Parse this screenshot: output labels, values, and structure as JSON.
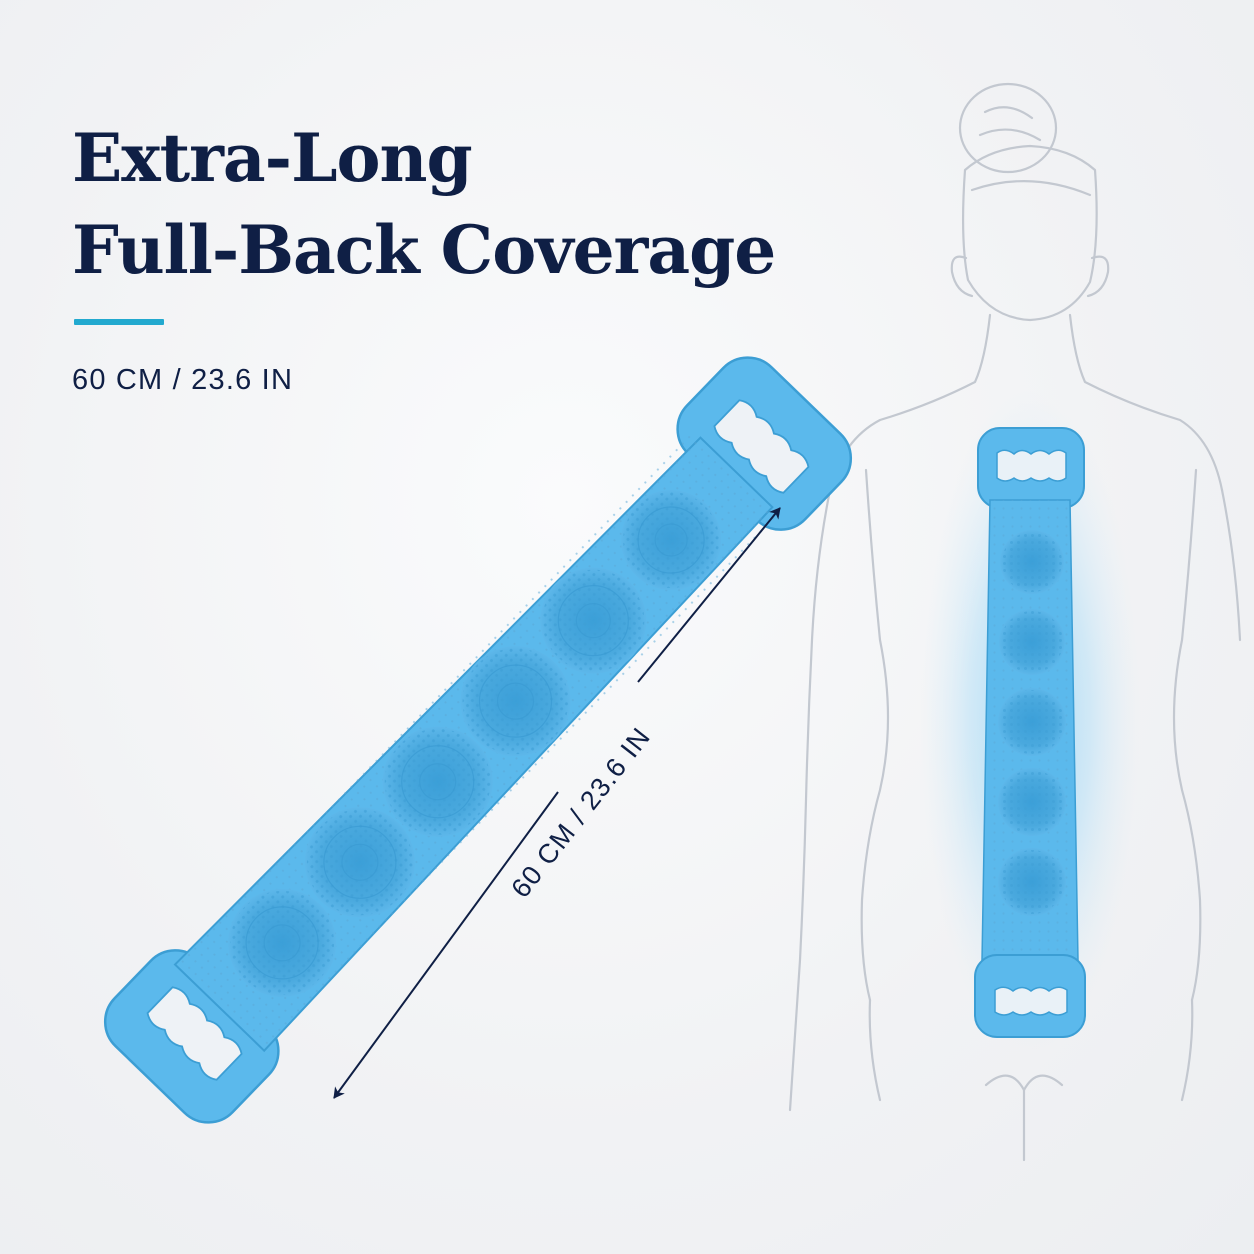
{
  "headline": {
    "line1": "Extra-Long",
    "line2": "Full-Back Coverage"
  },
  "size_text": "60 CM / 23.6 IN",
  "dimension_label": "60 CM / 23.6 IN",
  "colors": {
    "headline": "#0f1f45",
    "accent": "#22a9cf",
    "product_blue": "#5bb9ec",
    "silhouette_line": "#c3c8d0"
  },
  "icons": [
    "back-scrubber-strap",
    "human-back-silhouette",
    "dimension-arrow"
  ]
}
